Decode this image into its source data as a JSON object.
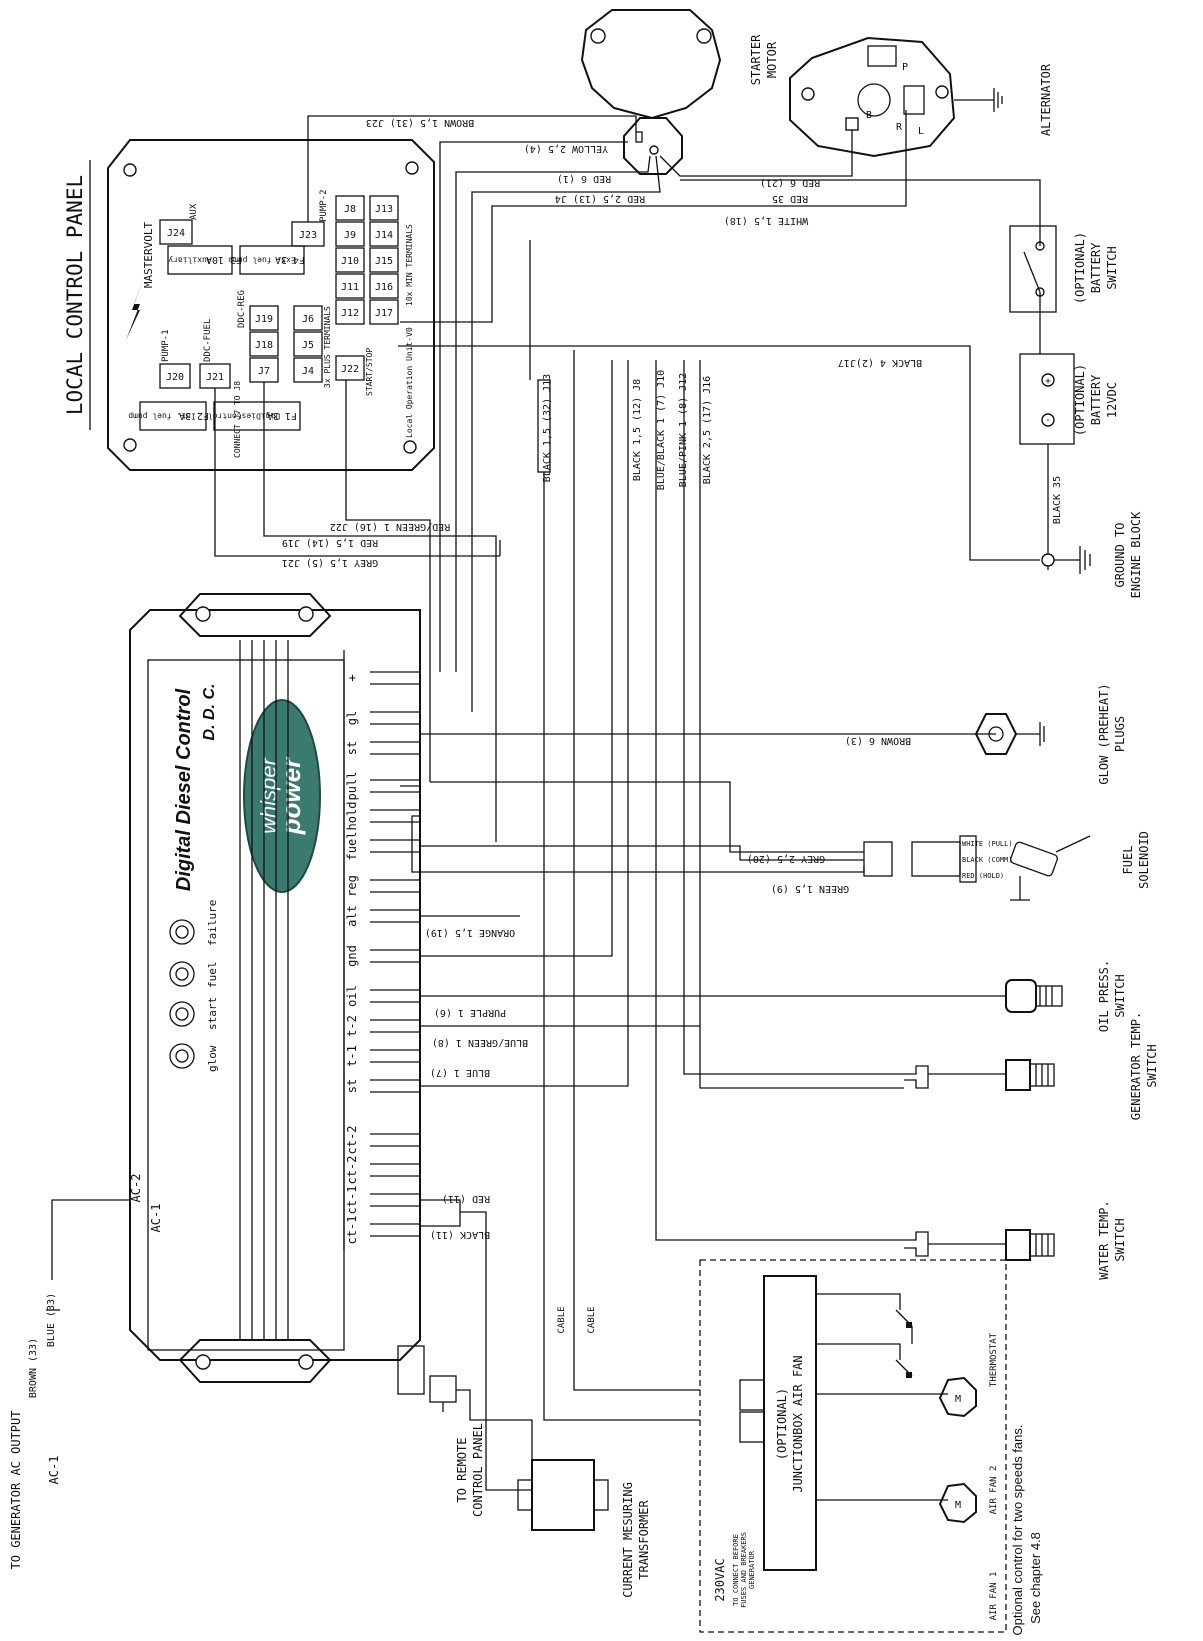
{
  "titles": {
    "local_control_panel": "LOCAL CONTROL PANEL",
    "starter_motor": [
      "STARTER",
      "MOTOR"
    ],
    "alternator": "ALTERNATOR",
    "battery_switch": [
      "(OPTIONAL)",
      "BATTERY",
      "SWITCH"
    ],
    "battery": [
      "(OPTIONAL)",
      "BATTERY",
      "12VDC"
    ],
    "ground": [
      "GROUND TO",
      "ENGINE BLOCK"
    ],
    "glow_plugs": [
      "GLOW (PREHEAT)",
      "PLUGS"
    ],
    "fuel_solenoid": [
      "FUEL",
      "SOLENOID"
    ],
    "oil_switch": [
      "OIL PRESS.",
      "SWITCH"
    ],
    "gen_temp_switch": [
      "GENERATOR TEMP.",
      "SWITCH"
    ],
    "water_temp_switch": [
      "WATER TEMP.",
      "SWITCH"
    ],
    "remote_panel": [
      "TO REMOTE",
      "CONTROL PANEL"
    ],
    "current_transformer": [
      "CURRENT MESURING",
      "TRANSFORMER"
    ],
    "ac_output": [
      "TO GENERATOR AC OUTPUT",
      "BROWN (33)",
      "AC-1",
      "BLUE (33)"
    ],
    "optional_note": [
      "Optional control for two speeds fans.",
      "See chapter 4.8"
    ],
    "junction_box": [
      "(OPTIONAL)",
      "JUNCTIONBOX AIR FAN"
    ],
    "power_230": "230VAC",
    "connect_note": [
      "TO CONNECT BEFORE",
      "FUSES AND BREAKERS",
      "GENERATOR"
    ],
    "air_fan_1": "AIR FAN 1",
    "air_fan_2": "AIR FAN 2",
    "thermostat": "THERMOSTAT",
    "cable": "CABLE",
    "black_35": "BLACK 35"
  },
  "ddc": {
    "title1": "Digital Diesel Control",
    "title2": "D. D. C.",
    "brand1": "whisper",
    "brand2": "power",
    "lamps": [
      "glow",
      "start",
      "fuel",
      "failure"
    ],
    "terminals": [
      "+",
      "gl",
      "st",
      "pull",
      "hold",
      "fuel",
      "reg",
      "alt",
      "gnd",
      "oil",
      "t-2",
      "t-1",
      "st",
      "ct-2",
      "ct-2",
      "ct-1",
      "ct-1"
    ],
    "ac_terms": [
      "AC-2",
      "AC-1"
    ]
  },
  "panel": {
    "brand": "MASTERVOLT",
    "connectors": [
      "J24",
      "J23",
      "J8",
      "J13",
      "J9",
      "J14",
      "J10",
      "J15",
      "J11",
      "J16",
      "J12",
      "J17",
      "J19",
      "J6",
      "J18",
      "J5",
      "J7",
      "J4",
      "J20",
      "J21",
      "J22"
    ],
    "labels": [
      "AUX",
      "PUMP-2",
      "PUMP-1",
      "DDC-FUEL",
      "DDC-REG",
      "10x MIN TERMINALS",
      "3x PLUS TERMINALS",
      "START/STOP",
      "Local Operation Unit-V0",
      "CONNECT J7 TO J8"
    ],
    "fuses": [
      {
        "name": "F3  10A",
        "desc": "Auxiliary"
      },
      {
        "name": "F4  3A",
        "desc": "Ext. fuel pump"
      },
      {
        "name": "F2  3A",
        "desc": "Int. fuel pump"
      },
      {
        "name": "F1  3A",
        "desc": "DigiDiesControl"
      }
    ]
  },
  "wires": {
    "top": [
      "BROWN 1,5 (31) J23",
      "YELLOW 2,5 (4)",
      "RED 6 (1)",
      "RED 2,5 (13) J4",
      "RED 6 (21)",
      "RED 35",
      "WHITE 1,5 (18)",
      "BLACK 4 (2)J17"
    ],
    "mid": [
      "RED/GREEN 1 (16) J22",
      "RED 1,5 (14) J19",
      "GREY 1,5 (5) J21",
      "BLACK 1,5 (32) J13",
      "BLACK 1,5 (12) J8",
      "BLUE/BLACK 1 (7) J10",
      "BLUE/PINK 1 (8) J12",
      "BLACK 2,5 (17) J16"
    ],
    "right": [
      "BROWN 6 (3)",
      "GREY 2,5 (20)",
      "GREEN 1,5 (9)",
      "ORANGE 1,5 (19)",
      "PURPLE 1 (6)",
      "BLUE/GREEN 1 (8)",
      "BLUE 1 (7)",
      "RED (11)",
      "BLACK (11)"
    ],
    "solenoid": [
      "WHITE (PULL)",
      "BLACK (COMM)",
      "RED (HOLD)"
    ]
  }
}
